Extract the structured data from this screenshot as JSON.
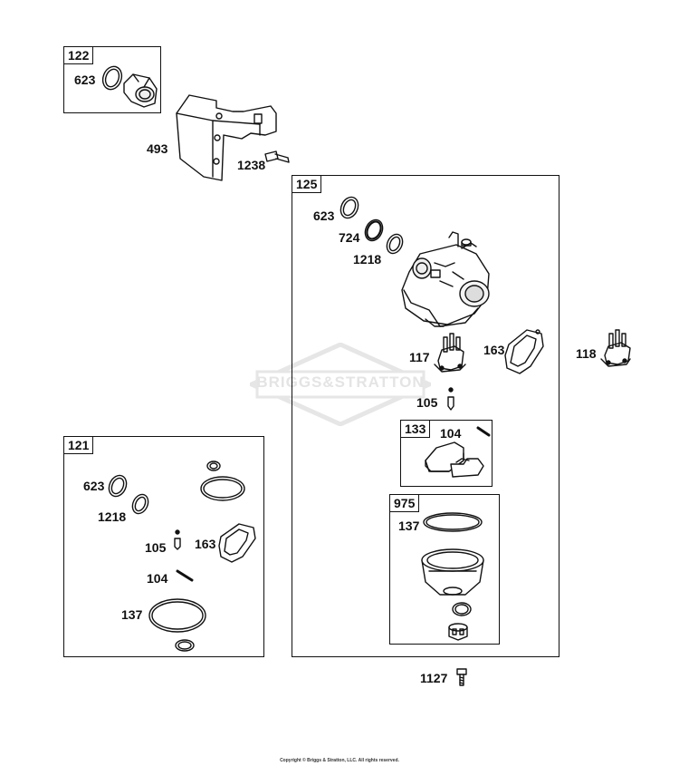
{
  "boxes": {
    "b122": "122",
    "b125": "125",
    "b121": "121",
    "b133": "133",
    "b975": "975"
  },
  "labels": {
    "l623a": "623",
    "l493": "493",
    "l1238": "1238",
    "l623b": "623",
    "l724": "724",
    "l1218a": "1218",
    "l117": "117",
    "l163a": "163",
    "l118": "118",
    "l105a": "105",
    "l104a": "104",
    "l137a": "137",
    "l623c": "623",
    "l1218b": "1218",
    "l105b": "105",
    "l163b": "163",
    "l104b": "104",
    "l137b": "137",
    "l1127": "1127"
  },
  "watermark": "BRIGGS&STRATTON",
  "copyright": "Copyright © Briggs & Stratton, LLC. All rights reserved."
}
